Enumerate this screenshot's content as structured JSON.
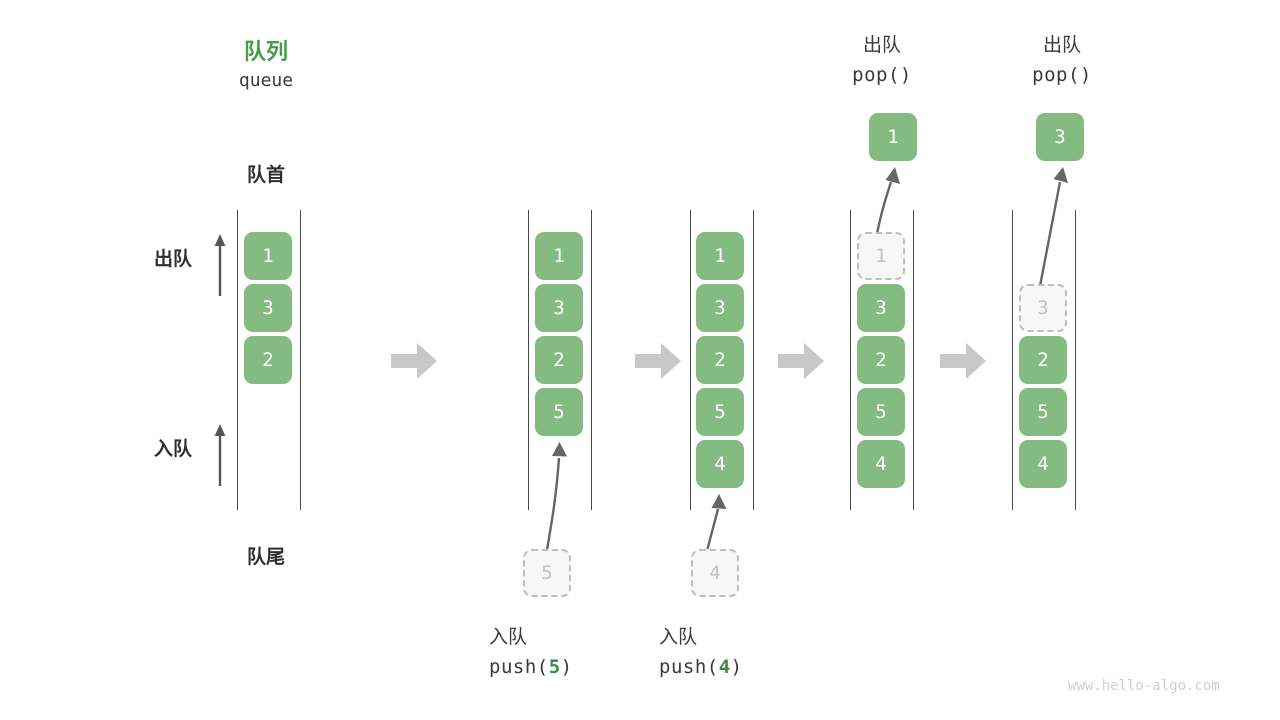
{
  "diagram": {
    "title_cn": "队列",
    "title_en": "queue",
    "head_label": "队首",
    "tail_label": "队尾",
    "dequeue_label": "出队",
    "enqueue_label": "入队",
    "watermark": "www.hello-algo.com",
    "colors": {
      "element": "#84bb81",
      "element_text": "#ffffff",
      "ghost_fill": "#f7f7f7",
      "ghost_border": "#bdbdbd",
      "ghost_text": "#c2c2c2",
      "title_green": "#459c49",
      "arg_green": "#3f8c43",
      "rail": "#4a4a4a",
      "step_arrow": "#c8c8c8",
      "motion_arrow": "#666666",
      "text": "#3a3a3a",
      "watermark": "#cfcfcf"
    }
  },
  "steps": [
    {
      "id": "initial",
      "title_cn": "队列",
      "title_en": "queue",
      "cells": [
        {
          "value": "1",
          "state": "filled",
          "slot": 0
        },
        {
          "value": "3",
          "state": "filled",
          "slot": 1
        },
        {
          "value": "2",
          "state": "filled",
          "slot": 2
        }
      ],
      "external": null,
      "caption_cn": "",
      "caption_code": ""
    },
    {
      "id": "push-5",
      "cells": [
        {
          "value": "1",
          "state": "filled",
          "slot": 0
        },
        {
          "value": "3",
          "state": "filled",
          "slot": 1
        },
        {
          "value": "2",
          "state": "filled",
          "slot": 2
        },
        {
          "value": "5",
          "state": "filled",
          "slot": 3
        }
      ],
      "external": {
        "value": "5",
        "state": "ghost",
        "position": "below"
      },
      "caption_cn": "入队",
      "caption_code_prefix": "push(",
      "caption_code_arg": "5",
      "caption_code_suffix": ")"
    },
    {
      "id": "push-4",
      "cells": [
        {
          "value": "1",
          "state": "filled",
          "slot": 0
        },
        {
          "value": "3",
          "state": "filled",
          "slot": 1
        },
        {
          "value": "2",
          "state": "filled",
          "slot": 2
        },
        {
          "value": "5",
          "state": "filled",
          "slot": 3
        },
        {
          "value": "4",
          "state": "filled",
          "slot": 4
        }
      ],
      "external": {
        "value": "4",
        "state": "ghost",
        "position": "below"
      },
      "caption_cn": "入队",
      "caption_code_prefix": "push(",
      "caption_code_arg": "4",
      "caption_code_suffix": ")"
    },
    {
      "id": "pop-1",
      "header_cn": "出队",
      "header_code": "pop()",
      "cells": [
        {
          "value": "1",
          "state": "ghost",
          "slot": 0
        },
        {
          "value": "3",
          "state": "filled",
          "slot": 1
        },
        {
          "value": "2",
          "state": "filled",
          "slot": 2
        },
        {
          "value": "5",
          "state": "filled",
          "slot": 3
        },
        {
          "value": "4",
          "state": "filled",
          "slot": 4
        }
      ],
      "external": {
        "value": "1",
        "state": "filled",
        "position": "above"
      }
    },
    {
      "id": "pop-3",
      "header_cn": "出队",
      "header_code": "pop()",
      "cells": [
        {
          "value": "3",
          "state": "ghost",
          "slot": 1
        },
        {
          "value": "2",
          "state": "filled",
          "slot": 2
        },
        {
          "value": "5",
          "state": "filled",
          "slot": 3
        },
        {
          "value": "4",
          "state": "filled",
          "slot": 4
        }
      ],
      "external": {
        "value": "3",
        "state": "filled",
        "position": "above"
      }
    }
  ],
  "step_arrows": [
    {
      "id": "sep-1"
    },
    {
      "id": "sep-2"
    },
    {
      "id": "sep-3"
    },
    {
      "id": "sep-4"
    }
  ]
}
